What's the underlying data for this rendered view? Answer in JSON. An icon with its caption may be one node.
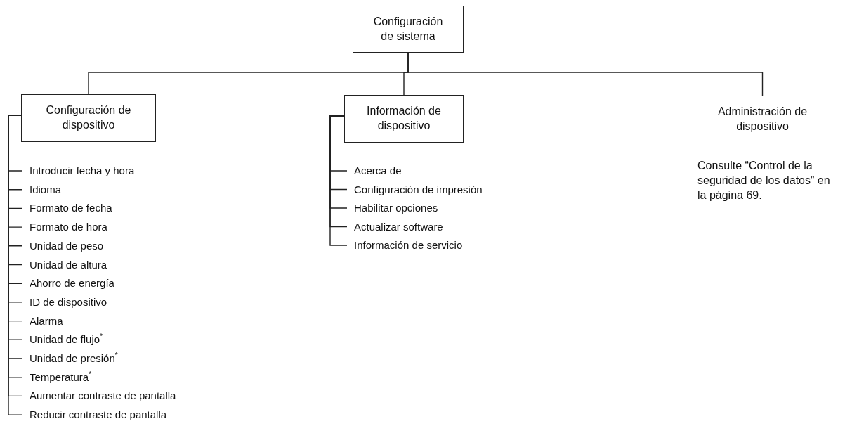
{
  "diagram": {
    "nodes": [
      {
        "text": [
          "Configuración de sistema"
        ]
      },
      {
        "text": [
          "Configuración de dispositivo"
        ]
      },
      {
        "text": [
          "Información de dispositivo"
        ]
      },
      {
        "text": [
          "Administración de dispositivo"
        ],
        "beside": [
          "Consulte “Control de la seguridad de los datos” en la página 69."
        ]
      },
      {
        "text": [
          "Introducir fecha y hora"
        ]
      },
      {
        "text": [
          "Idioma"
        ]
      },
      {
        "text": [
          "Formato de fecha"
        ]
      },
      {
        "text": [
          "Formato de hora"
        ]
      },
      {
        "text": [
          "Unidad de peso"
        ]
      },
      {
        "text": [
          "Unidad de altura"
        ]
      },
      {
        "text": [
          "Ahorro de energía"
        ]
      },
      {
        "text": [
          "ID de dispositivo"
        ]
      },
      {
        "text": [
          "Alarma"
        ]
      },
      {
        "text": [
          "Unidad de flujo$^{*}$"
        ]
      },
      {
        "text": [
          "Unidad de presión$^{*}$"
        ]
      },
      {
        "text": [
          "Temperatura$^{*}$"
        ]
      },
      {
        "text": [
          "Aumentar contraste de pantalla"
        ]
      },
      {
        "text": [
          "Reducir contraste de pantalla"
        ]
      },
      {
        "text": [
          "Acerca de"
        ]
      },
      {
        "text": [
          "Configuración de impresión"
        ]
      },
      {
        "text": [
          "Habilitar opciones"
        ]
      },
      {
        "text": [
          "Actualizar software"
        ]
      },
      {
        "text": [
          "Información de servicio"
        ]
      }
    ],
    "edges": [
      {
        "from": 0,
        "to": 1,
        "arrow": "none"
      },
      {
        "from": 0,
        "to": 2,
        "arrow": "none"
      },
      {
        "from": 0,
        "to": 3,
        "arrow": "none"
      },
      {
        "from": 1,
        "to": 4,
        "arrow": "none"
      },
      {
        "from": 1,
        "to": 5,
        "arrow": "none"
      },
      {
        "from": 1,
        "to": 6,
        "arrow": "none"
      },
      {
        "from": 1,
        "to": 7,
        "arrow": "none"
      },
      {
        "from": 1,
        "to": 8,
        "arrow": "none"
      },
      {
        "from": 1,
        "to": 9,
        "arrow": "none"
      },
      {
        "from": 1,
        "to": 10,
        "arrow": "none"
      },
      {
        "from": 1,
        "to": 11,
        "arrow": "none"
      },
      {
        "from": 1,
        "to": 12,
        "arrow": "none"
      },
      {
        "from": 1,
        "to": 13,
        "arrow": "none"
      },
      {
        "from": 1,
        "to": 14,
        "arrow": "none"
      },
      {
        "from": 1,
        "to": 15,
        "arrow": "none"
      },
      {
        "from": 1,
        "to": 16,
        "arrow": "none"
      },
      {
        "from": 1,
        "to": 17,
        "arrow": "none"
      },
      {
        "from": 2,
        "to": 18,
        "arrow": "none"
      },
      {
        "from": 2,
        "to": 19,
        "arrow": "none"
      },
      {
        "from": 2,
        "to": 20,
        "arrow": "none"
      },
      {
        "from": 2,
        "to": 21,
        "arrow": "none"
      },
      {
        "from": 2,
        "to": 22,
        "arrow": "none"
      }
    ]
  }
}
